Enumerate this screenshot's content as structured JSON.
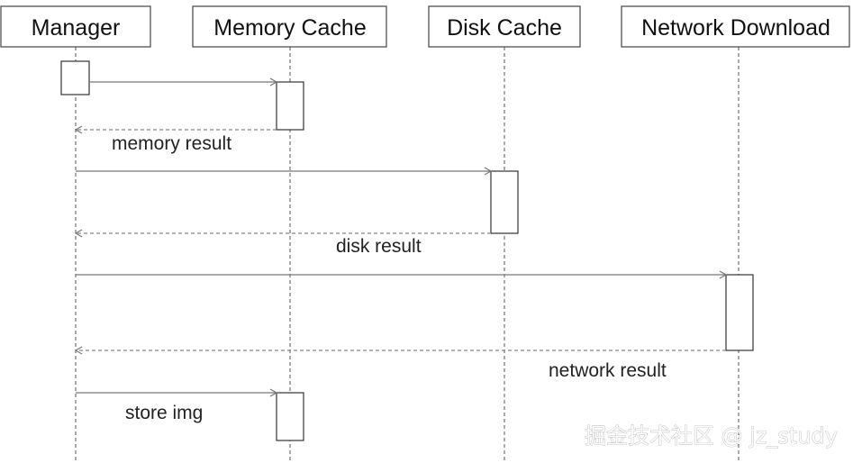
{
  "diagram": {
    "type": "sequence",
    "participants": [
      {
        "id": "manager",
        "label": "Manager"
      },
      {
        "id": "memory",
        "label": "Memory Cache"
      },
      {
        "id": "disk",
        "label": "Disk Cache"
      },
      {
        "id": "network",
        "label": "Network Download"
      }
    ],
    "messages": [
      {
        "from": "manager",
        "to": "memory",
        "style": "solid",
        "label": ""
      },
      {
        "from": "memory",
        "to": "manager",
        "style": "dashed",
        "label": "memory result"
      },
      {
        "from": "manager",
        "to": "disk",
        "style": "solid",
        "label": ""
      },
      {
        "from": "disk",
        "to": "manager",
        "style": "dashed",
        "label": "disk result"
      },
      {
        "from": "manager",
        "to": "network",
        "style": "solid",
        "label": ""
      },
      {
        "from": "network",
        "to": "manager",
        "style": "dashed",
        "label": "network result"
      },
      {
        "from": "manager",
        "to": "memory",
        "style": "solid",
        "label": "store img"
      }
    ]
  },
  "watermark": {
    "text": "掘金技术社区 @ jz_study"
  }
}
